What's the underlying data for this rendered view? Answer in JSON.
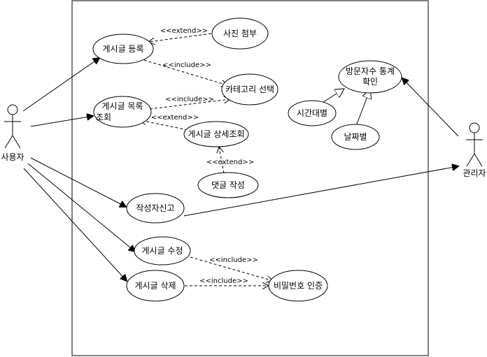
{
  "actors": {
    "user": "사용자",
    "admin": "관리자"
  },
  "usecases": {
    "post_register": "게시글 등록",
    "photo_attach": "사진 첨부",
    "category_select": "카테고리 선택",
    "post_list_line1": "게시글 목록",
    "post_list_line2": "조회",
    "post_detail": "게시글 상세조회",
    "comment_write": "댓글 작성",
    "visitor_stats_line1": "방문자수 통계",
    "visitor_stats_line2": "확인",
    "by_time": "시간대별",
    "by_date": "날짜별",
    "report_author": "작성자신고",
    "post_edit": "게시글 수정",
    "post_delete": "게시글 삭제",
    "password_auth": "비밀번호 인증"
  },
  "relations": {
    "extend": "<<extend>>",
    "include": "<<include>>"
  },
  "colors": {
    "line": "#000000",
    "background": "#ffffff"
  }
}
